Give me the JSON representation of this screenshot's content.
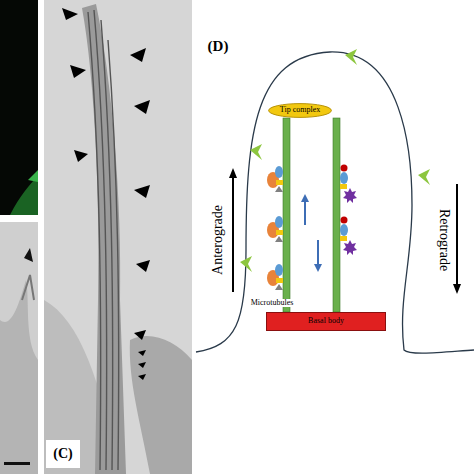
{
  "diagram": {
    "nodes": [
      {
        "text": [
          "Tip complex"
        ]
      },
      {
        "text": [
          "Basal body"
        ]
      }
    ],
    "labels": [
      "(C)",
      "(D)",
      "Anterograde",
      "Retrograde",
      "Microtubules"
    ]
  }
}
